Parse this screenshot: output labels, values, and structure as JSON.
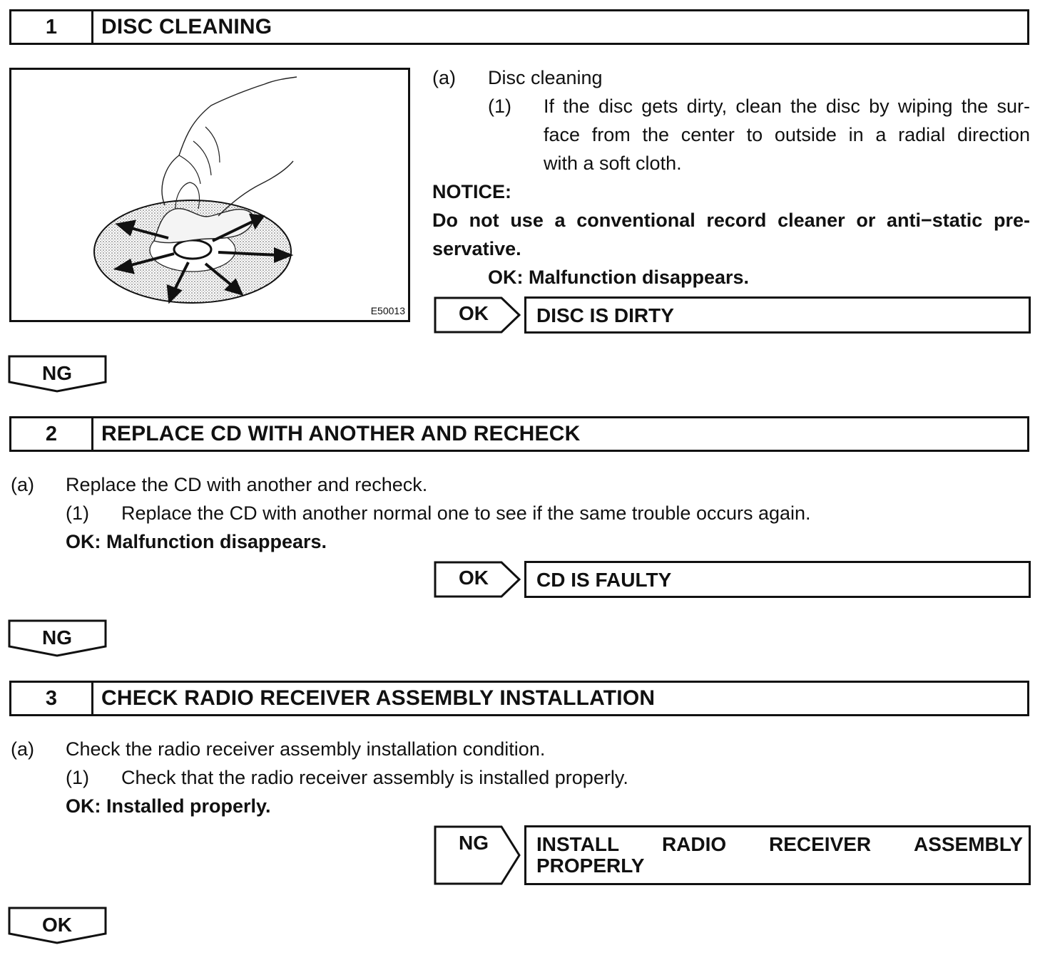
{
  "step1": {
    "number": "1",
    "title": "DISC CLEANING",
    "figure_code": "E50013",
    "item_a_label": "(a)",
    "item_a_text": "Disc cleaning",
    "sub1_label": "(1)",
    "sub1_lines": [
      "If the disc gets dirty, clean the disc by wiping the sur-",
      "face from the center to outside in a radial direction",
      "with a soft cloth."
    ],
    "notice_title": "NOTICE:",
    "notice_lines": [
      "Do not use a conventional record cleaner or anti−static pre-",
      "servative."
    ],
    "ok_criteria": "OK: Malfunction disappears.",
    "result_label": "OK",
    "result_text": "DISC IS DIRTY",
    "next_label": "NG"
  },
  "step2": {
    "number": "2",
    "title": "REPLACE CD WITH ANOTHER AND RECHECK",
    "item_a_label": "(a)",
    "item_a_text": "Replace the CD with another and recheck.",
    "sub1_label": "(1)",
    "sub1_text": "Replace the CD with another normal one to see if the same trouble occurs again.",
    "ok_criteria": "OK: Malfunction disappears.",
    "result_label": "OK",
    "result_text": "CD IS FAULTY",
    "next_label": "NG"
  },
  "step3": {
    "number": "3",
    "title": "CHECK RADIO RECEIVER ASSEMBLY INSTALLATION",
    "item_a_label": "(a)",
    "item_a_text": "Check the radio receiver assembly installation condition.",
    "sub1_label": "(1)",
    "sub1_text": "Check that the radio receiver assembly is installed properly.",
    "ok_criteria": "OK: Installed properly.",
    "result_label": "NG",
    "result_line1_words": [
      "INSTALL",
      "RADIO",
      "RECEIVER",
      "ASSEMBLY"
    ],
    "result_line2": "PROPERLY",
    "next_label": "OK"
  }
}
